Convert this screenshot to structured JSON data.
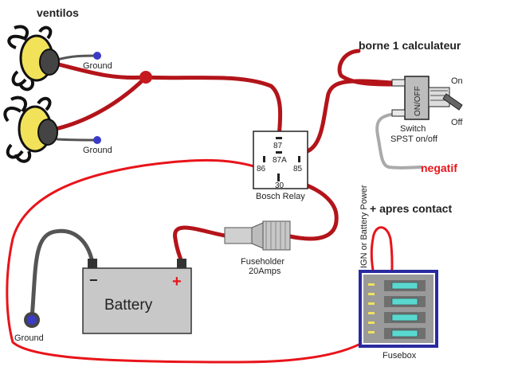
{
  "labels": {
    "ventilos": "ventilos",
    "ground_fan_top": "Ground",
    "ground_fan_bottom": "Ground",
    "ground_battery": "Ground",
    "borne": "borne 1 calculateur",
    "switch_on": "On",
    "switch_off": "Off",
    "switch_text": "ON/OFF",
    "switch_name_1": "Switch",
    "switch_name_2": "SPST on/off",
    "negatif": "negatif",
    "relay_87": "87",
    "relay_87a": "87A",
    "relay_86": "86",
    "relay_85": "85",
    "relay_30": "30",
    "relay_name": "Bosch Relay",
    "ign_power": "IGN or Battery Power",
    "apres_contact": "+ apres contact",
    "fuseholder_1": "Fuseholder",
    "fuseholder_2": "20Amps",
    "battery_minus": "−",
    "battery_plus": "+",
    "battery": "Battery",
    "fusebox": "Fusebox"
  },
  "colors": {
    "wire_power": "#b3141a",
    "wire_signal": "#e8141a",
    "wire_ground": "#555555",
    "wire_switch_ground": "#aaaaaa",
    "ground_dot": "#3b3bc8",
    "battery_body": "#c8c8c8",
    "fuse": "#5ad8d0",
    "fusebox_border": "#2a2aa0",
    "fan_yellow": "#f2e25a"
  }
}
